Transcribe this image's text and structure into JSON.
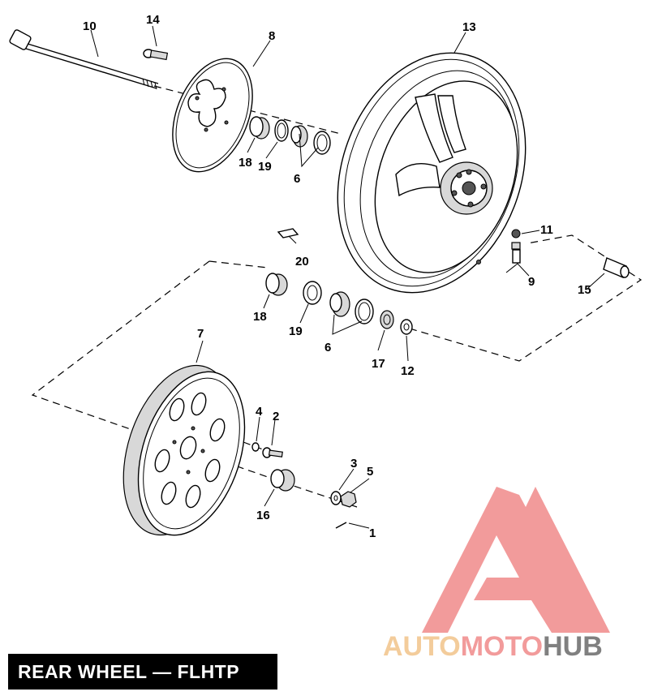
{
  "title": "REAR WHEEL — FLHTP",
  "callouts": {
    "c1": "1",
    "c2": "2",
    "c3": "3",
    "c4": "4",
    "c5": "5",
    "c6a": "6",
    "c6b": "6",
    "c7": "7",
    "c8": "8",
    "c9": "9",
    "c10": "10",
    "c11": "11",
    "c12": "12",
    "c13": "13",
    "c14": "14",
    "c15": "15",
    "c16": "16",
    "c17": "17",
    "c18a": "18",
    "c18b": "18",
    "c19a": "19",
    "c19b": "19",
    "c20": "20"
  },
  "watermark": {
    "part1": "AUTO",
    "part2": "MOTO",
    "part3": "HUB",
    "color1": "#f2c48a",
    "color2": "#f08a8a",
    "color3": "#6b6b6b",
    "logo_color": "#f08a8a"
  }
}
